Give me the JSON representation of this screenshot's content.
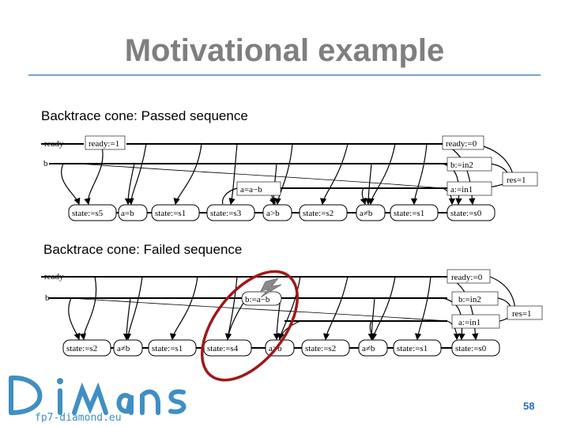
{
  "slide": {
    "title": "Motivational example",
    "page_number": "58",
    "accent_color": "#7ba2c8",
    "logo_color": "#3f8fc4"
  },
  "passed": {
    "heading": "Backtrace cone: Passed sequence",
    "labels": {
      "ready": "ready",
      "ready_set1": "ready:=1",
      "ready_set0": "ready:=0",
      "b": "b",
      "b_in2": "b:=in2",
      "a_eq": "a=a−b",
      "a_in1": "a:=in1",
      "res": "res=1"
    },
    "states": [
      "state:=s5",
      "a=b",
      "state:=s1",
      "state:=s3",
      "a>b",
      "state:=s2",
      "a≠b",
      "state:=s1",
      "state:=s0"
    ]
  },
  "failed": {
    "heading": "Backtrace cone: Failed sequence",
    "labels": {
      "ready": "ready",
      "ready_set0": "ready:=0",
      "b": "b",
      "b_eq": "b:=a−b",
      "b_in2": "b:=in2",
      "a_in1": "a:=in1",
      "res": "res=1"
    },
    "states": [
      "state:=s2",
      "a≠b",
      "state:=s1",
      "state:=s4",
      "a>b",
      "state:=s2",
      "a≠b",
      "state:=s1",
      "state:=s0"
    ],
    "fault_marker": "lightning-icon",
    "highlight_color": "#a01818"
  },
  "logo": {
    "name": "Di  mans",
    "url": "fp7-diamond.eu"
  }
}
